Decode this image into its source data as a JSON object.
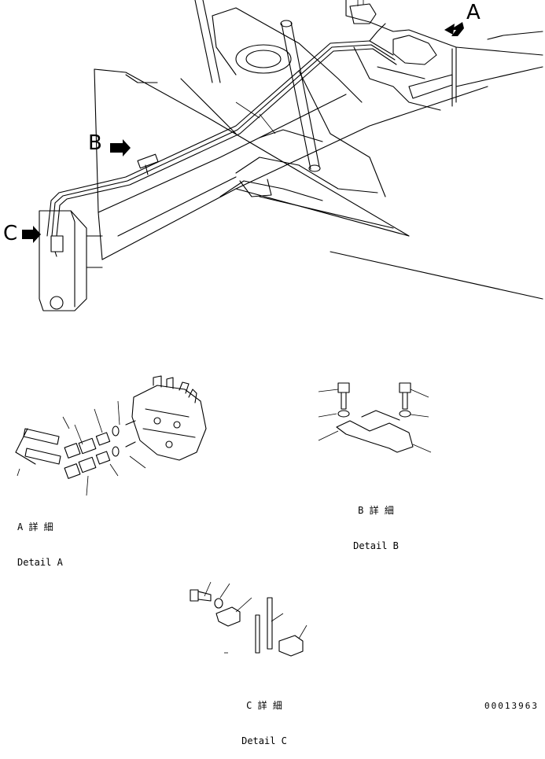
{
  "views": {
    "main": {
      "arrow_labels": {
        "a": "A",
        "b": "B",
        "c": "C"
      }
    },
    "detail_a": {
      "caption_jp": "A 詳 細",
      "caption_en": "Detail A"
    },
    "detail_b": {
      "caption_jp": "B 詳 細",
      "caption_en": "Detail B"
    },
    "detail_c": {
      "caption_jp": "C 詳 細",
      "caption_en": "Detail C"
    }
  },
  "drawing_code": "00013963"
}
